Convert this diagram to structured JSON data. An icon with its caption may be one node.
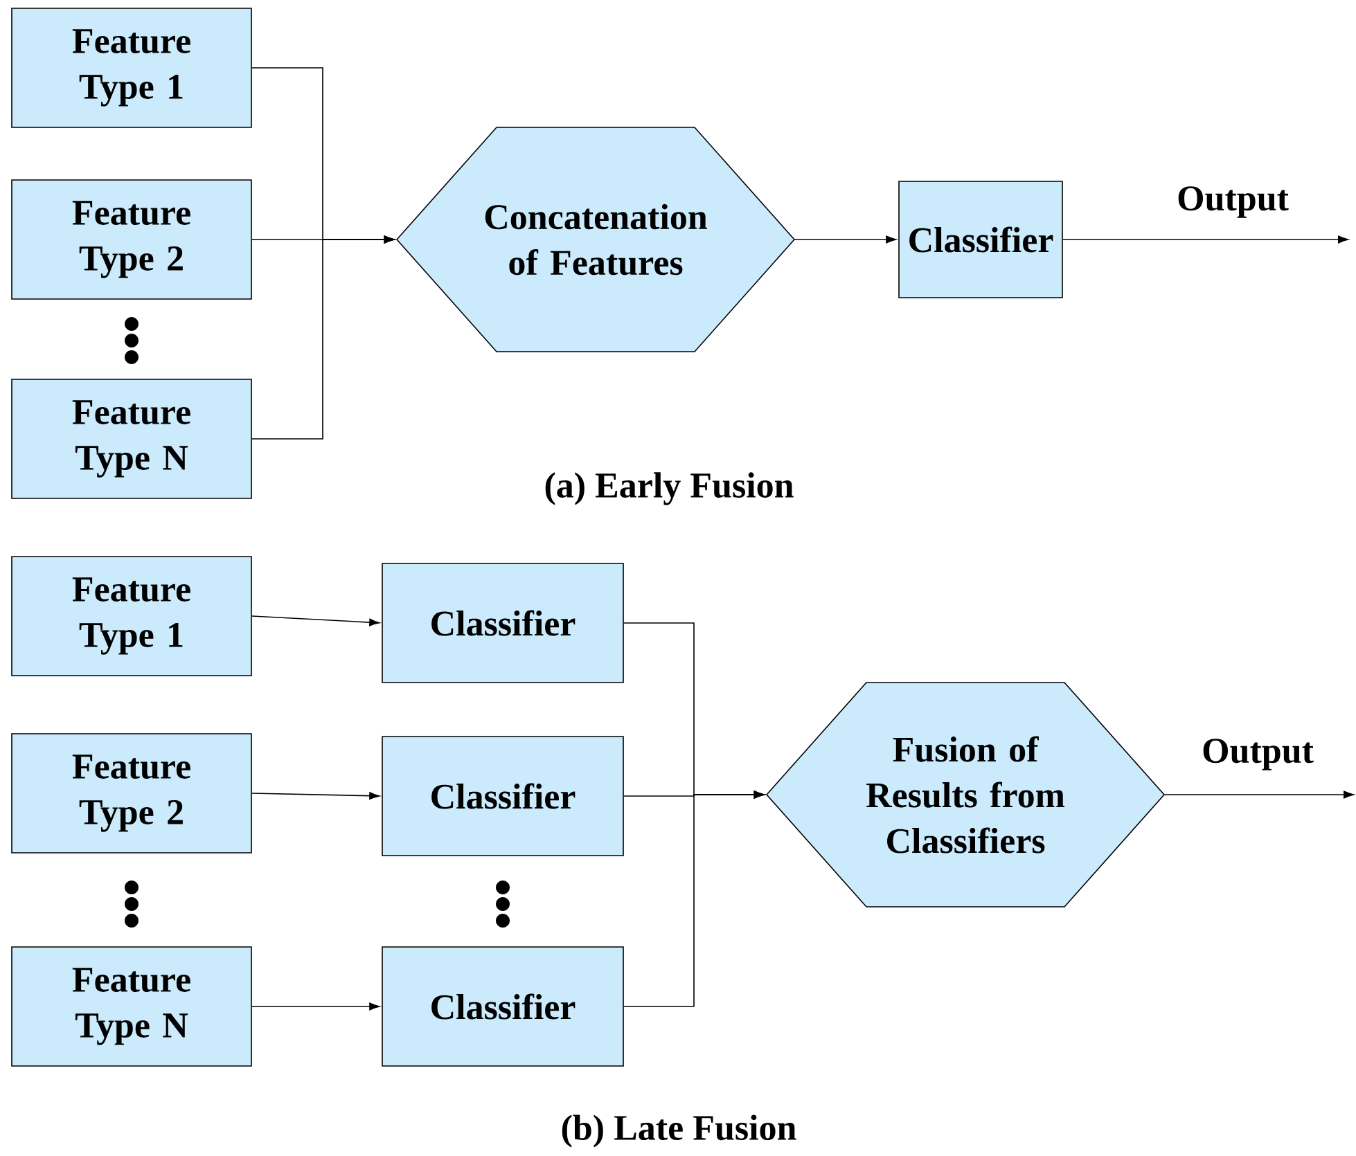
{
  "diagram": {
    "nodes": [
      {
        "text": [
          "Feature Type 1"
        ]
      },
      {
        "text": [
          "Feature Type 2"
        ]
      },
      {
        "text": [
          "Feature Type N"
        ]
      },
      {
        "text": [
          "Concatenation of Features"
        ]
      },
      {
        "text": [
          "Classifier"
        ]
      },
      {
        "text": [
          "Feature Type 1"
        ]
      },
      {
        "text": [
          "Classifier"
        ]
      },
      {
        "text": [
          "Feature Type 2"
        ]
      },
      {
        "text": [
          "Classifier"
        ]
      },
      {
        "text": [
          "Feature Type N"
        ]
      },
      {
        "text": [
          "Classifier"
        ]
      },
      {
        "text": [
          "Fusion of Results from Classifiers"
        ]
      }
    ],
    "edges": [
      {
        "from": 0,
        "to": 3,
        "arrow": "to"
      },
      {
        "from": 1,
        "to": 3,
        "arrow": "to"
      },
      {
        "from": 2,
        "to": 3,
        "arrow": "to"
      },
      {
        "from": 3,
        "to": 4,
        "arrow": "to"
      },
      {
        "from": 4,
        "to": null,
        "arrow": "to",
        "label": "Output"
      },
      {
        "from": 5,
        "to": 6,
        "arrow": "to"
      },
      {
        "from": 7,
        "to": 8,
        "arrow": "to"
      },
      {
        "from": 9,
        "to": 10,
        "arrow": "to"
      },
      {
        "from": 6,
        "to": 11,
        "arrow": "to"
      },
      {
        "from": 8,
        "to": 11,
        "arrow": "to"
      },
      {
        "from": 10,
        "to": 11,
        "arrow": "to"
      },
      {
        "from": 11,
        "to": null,
        "arrow": "to",
        "label": "Output"
      }
    ],
    "labels": [
      "(a) Early Fusion",
      "(b) Late Fusion"
    ]
  }
}
